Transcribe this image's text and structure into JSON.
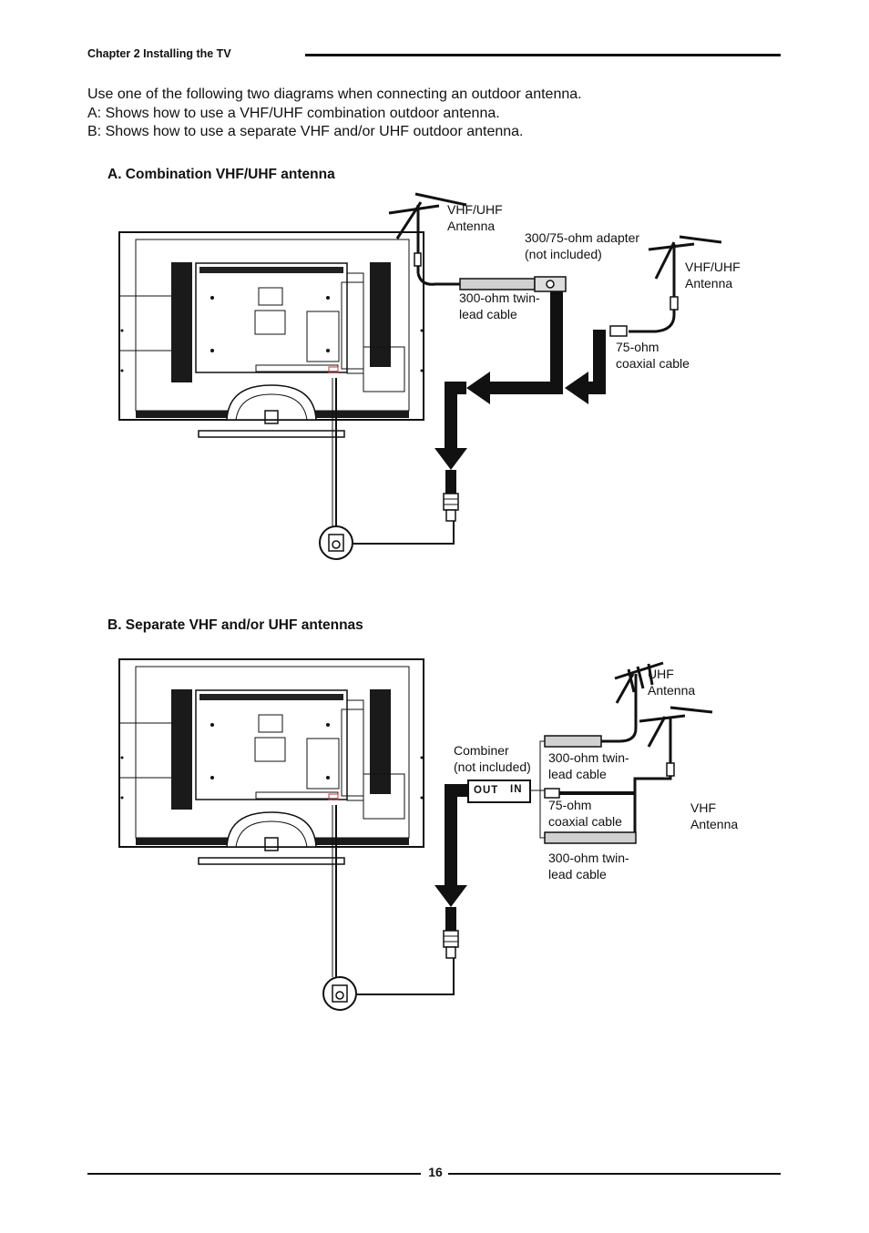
{
  "header": {
    "chapter": "Chapter 2 Installing the TV"
  },
  "intro": {
    "line1": "Use one of the following two diagrams when connecting an outdoor antenna.",
    "line2": "A: Shows how to use a VHF/UHF combination outdoor antenna.",
    "line3": "B: Shows how to use a separate VHF and/or UHF outdoor antenna."
  },
  "diagram_a": {
    "heading": "A. Combination VHF/UHF antenna",
    "vhf_uhf_antenna_1": "VHF/UHF\nAntenna",
    "adapter": "300/75-ohm adapter\n(not included)",
    "vhf_uhf_antenna_2": "VHF/UHF\nAntenna",
    "twin_lead": "300-ohm twin-\nlead cable",
    "coaxial": "75-ohm\ncoaxial cable"
  },
  "diagram_b": {
    "heading": "B. Separate VHF and/or UHF antennas",
    "uhf_antenna": "UHF\nAntenna",
    "combiner": "Combiner\n(not included)",
    "combiner_out": "OUT",
    "combiner_in": "IN",
    "twin_lead_top": "300-ohm twin-\nlead cable",
    "coaxial": "75-ohm\ncoaxial cable",
    "twin_lead_bottom": "300-ohm twin-\nlead cable",
    "vhf_antenna": "VHF\nAntenna"
  },
  "footer": {
    "page_number": "16"
  }
}
